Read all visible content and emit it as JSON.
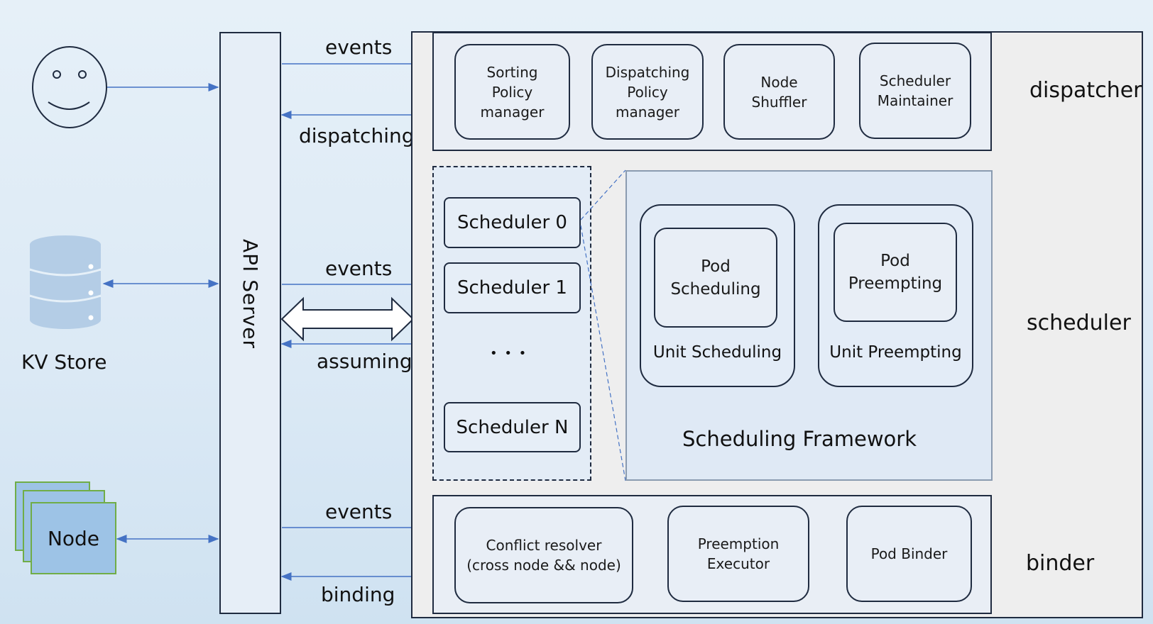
{
  "left": {
    "kv_store_label": "KV  Store",
    "node_label": "Node"
  },
  "api_server": {
    "label": "API  Server"
  },
  "arrows": {
    "top_events": "events",
    "top_dispatching": "dispatching",
    "mid_events": "events",
    "mid_assuming": "assuming",
    "bottom_events": "events",
    "bottom_binding": "binding"
  },
  "dispatcher": {
    "label": "dispatcher",
    "components": [
      {
        "lines": [
          "Sorting",
          "Policy",
          "manager"
        ]
      },
      {
        "lines": [
          "Dispatching",
          "Policy",
          "manager"
        ]
      },
      {
        "lines": [
          "Node",
          "Shuffler"
        ]
      },
      {
        "lines": [
          "Scheduler",
          "Maintainer"
        ]
      }
    ]
  },
  "scheduler": {
    "label": "scheduler",
    "instances": [
      "Scheduler  0",
      "Scheduler  1",
      "Scheduler  N"
    ],
    "ellipsis": "• • •",
    "framework": {
      "title": "Scheduling  Framework",
      "units": [
        {
          "inner": [
            "Pod",
            "Scheduling"
          ],
          "caption": "Unit  Scheduling"
        },
        {
          "inner": [
            "Pod",
            "Preempting"
          ],
          "caption": "Unit  Preempting"
        }
      ]
    }
  },
  "binder": {
    "label": "binder",
    "components": [
      {
        "lines": [
          "Conflict  resolver",
          "(cross  node  &&  node)"
        ]
      },
      {
        "lines": [
          "Preemption",
          "Executor"
        ]
      },
      {
        "lines": [
          "Pod  Binder"
        ]
      }
    ]
  },
  "colors": {
    "arrow": "#4472c4",
    "border": "#1f2b40",
    "node_fill": "#9dc3e6",
    "node_border": "#70ad47"
  }
}
